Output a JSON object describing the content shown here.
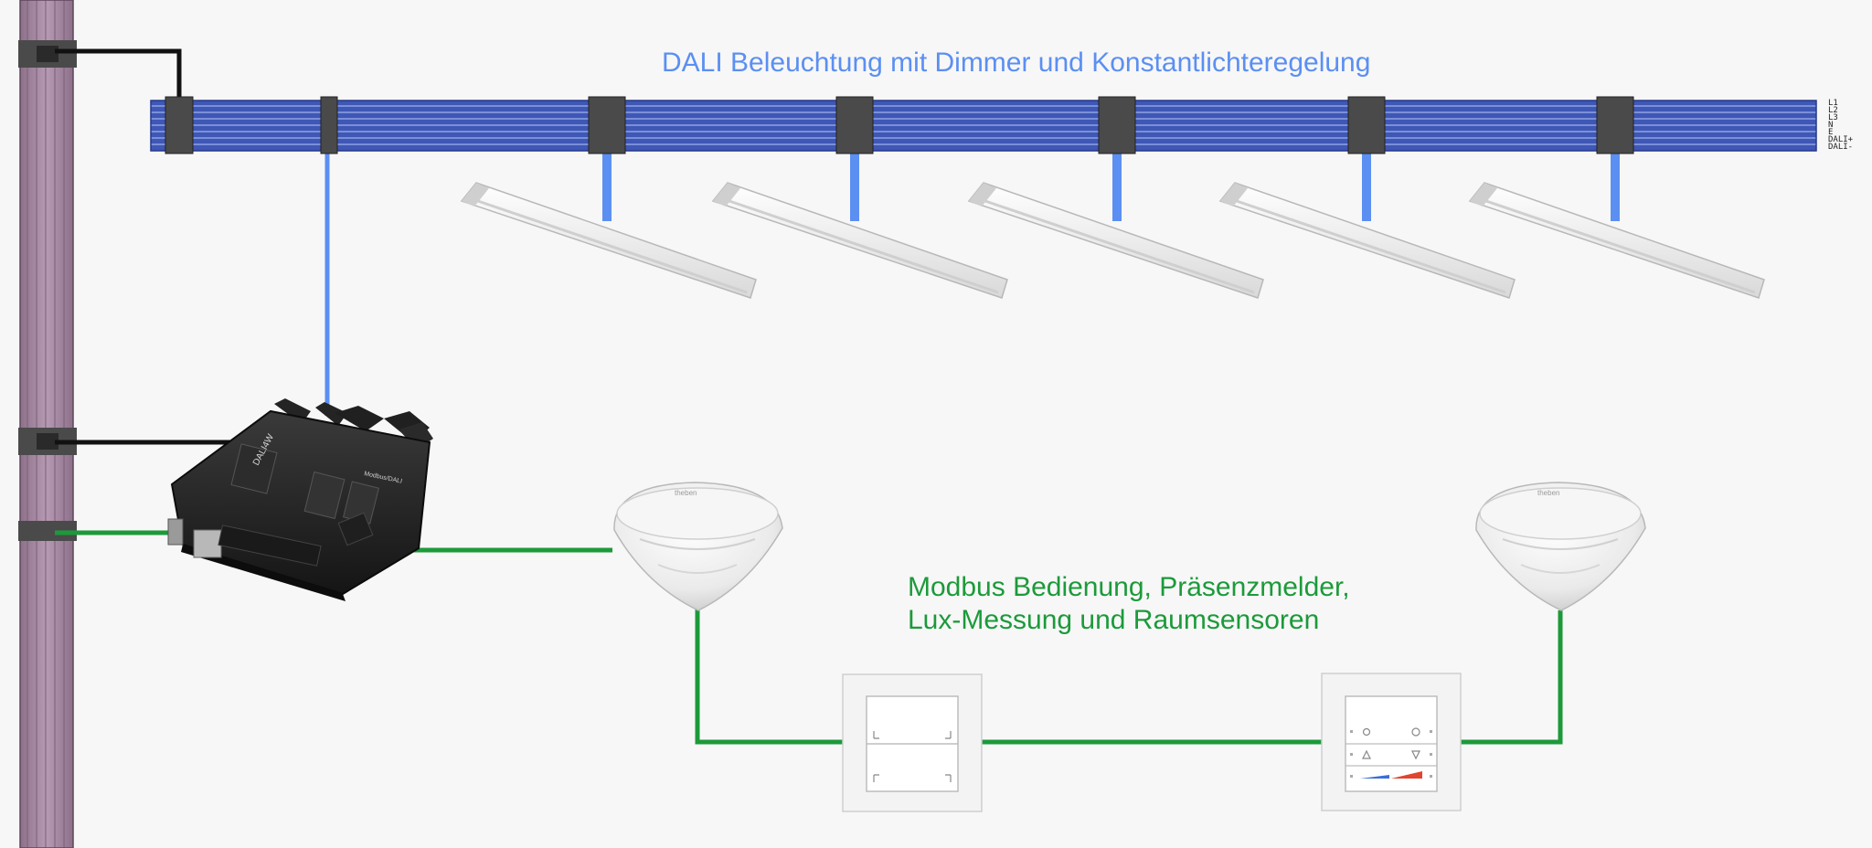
{
  "diagram": {
    "dali_title": "DALI Beleuchtung mit Dimmer und Konstantlichteregelung",
    "modbus_title_line1": "Modbus Bedienung, Präsenzmelder,",
    "modbus_title_line2": "Lux-Messung und Raumsensoren",
    "bus_conductors": [
      "L1",
      "L2",
      "L3",
      "N",
      "E",
      "DALI+",
      "DALI-"
    ],
    "controller": {
      "brand": "DALI4W",
      "small_label": "Modbus/DALI"
    },
    "sensor_brand": "theben",
    "colors": {
      "dali_line": "#5b8ff2",
      "modbus_line": "#1c9a3a",
      "power_line": "#111111",
      "busbar": "#3f57b5",
      "riser": "#a58aa2"
    },
    "icons": [
      "presence-sensor-icon",
      "push-button-icon",
      "room-control-panel-icon",
      "luminaire-icon",
      "dali-modbus-controller-icon"
    ]
  }
}
